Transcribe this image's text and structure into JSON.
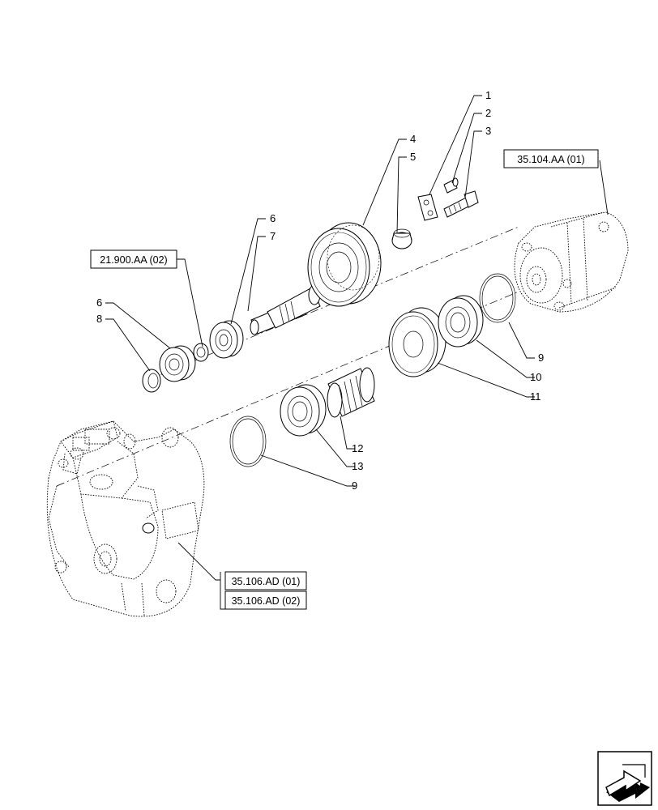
{
  "references": {
    "motor_ref": "35.104.AA (01)",
    "bearing_ref": "21.900.AA (02)",
    "pump_ref_1": "35.106.AD (01)",
    "pump_ref_2": "35.106.AD (02)"
  },
  "parts": {
    "p1": "1",
    "p2": "2",
    "p3": "3",
    "p4": "4",
    "p5": "5",
    "p6a": "6",
    "p6b": "6",
    "p7": "7",
    "p8": "8",
    "p9a": "9",
    "p9b": "9",
    "p10": "10",
    "p11": "11",
    "p12": "12",
    "p13": "13"
  },
  "nav": {
    "icon": "next-page-arrow-icon"
  }
}
